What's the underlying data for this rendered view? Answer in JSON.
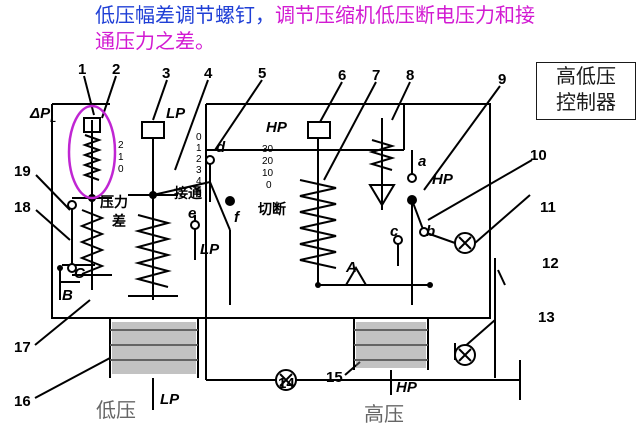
{
  "caption": {
    "part_blue": "低压幅差调节螺钉，",
    "part_magenta": "调节压缩机低压断电压力和接通压力之差。"
  },
  "badge_line1": "高低压",
  "badge_line2": "控制器",
  "numbers": [
    "1",
    "2",
    "3",
    "4",
    "5",
    "6",
    "7",
    "8",
    "9",
    "10",
    "11",
    "12",
    "13",
    "14",
    "15",
    "16",
    "17",
    "18",
    "19"
  ],
  "labels": {
    "dp": "ΔP",
    "dp_sub": "L",
    "lp_top": "LP",
    "hp_top": "HP",
    "hp_right": "HP",
    "lp_mid": "LP",
    "lp_bottom": "LP",
    "hp_bottom": "HP",
    "A": "A",
    "B": "B",
    "C": "C",
    "a": "a",
    "b": "b",
    "c": "c",
    "d": "d",
    "e": "e",
    "f": "f"
  },
  "cn_labels": {
    "pressure_diff_1": "压力",
    "pressure_diff_2": "差",
    "connect": "接通",
    "cutoff": "切断"
  },
  "scales": {
    "left": [
      "2",
      "1",
      "0"
    ],
    "middle": [
      "0",
      "1",
      "2",
      "3",
      "4",
      "5"
    ],
    "hp": [
      "30",
      "20",
      "10",
      "0"
    ]
  },
  "bottom": {
    "low": "低压",
    "high": "高压"
  }
}
